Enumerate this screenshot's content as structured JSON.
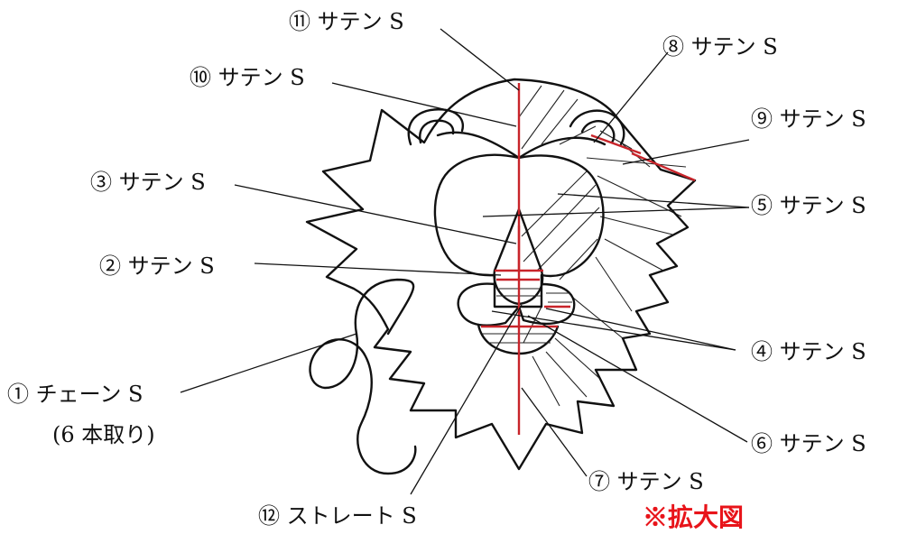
{
  "labels": {
    "l1": "① チェーン S",
    "l1_sub": "(6 本取り)",
    "l2": "② サテン S",
    "l3": "③ サテン S",
    "l4": "④ サテン S",
    "l5": "⑤ サテン S",
    "l6": "⑥ サテン S",
    "l7": "⑦ サテン S",
    "l8": "⑧ サテン S",
    "l9": "⑨ サテン S",
    "l10": "⑩ サテン S",
    "l11": "⑪ サテン S",
    "l12": "⑫ ストレート S",
    "note": "※拡大図"
  }
}
